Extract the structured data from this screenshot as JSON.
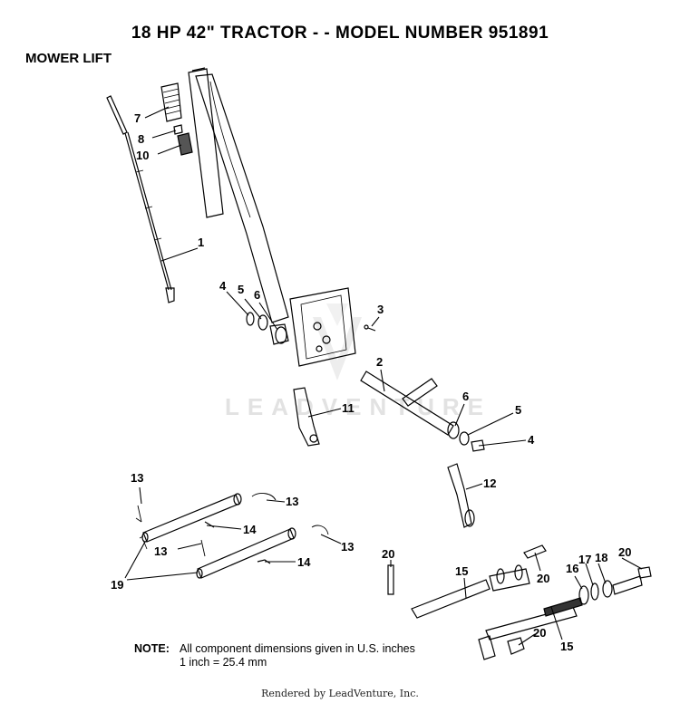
{
  "title": "18 HP 42\" TRACTOR - - MODEL NUMBER 951891",
  "section": "MOWER LIFT",
  "watermark": "LEADVENTURE",
  "labels": {
    "p1": "1",
    "p2": "2",
    "p3": "3",
    "p4a": "4",
    "p5a": "5",
    "p6a": "6",
    "p4b": "4",
    "p5b": "5",
    "p6b": "6",
    "p7": "7",
    "p8": "8",
    "p10": "10",
    "p11": "11",
    "p12": "12",
    "p13a": "13",
    "p13b": "13",
    "p13c": "13",
    "p13d": "13",
    "p14a": "14",
    "p14b": "14",
    "p15a": "15",
    "p15b": "15",
    "p16": "16",
    "p17": "17",
    "p18": "18",
    "p19": "19",
    "p20a": "20",
    "p20b": "20",
    "p20c": "20",
    "p20d": "20"
  },
  "note": {
    "label": "NOTE:",
    "line1": "All component dimensions given in U.S. inches",
    "line2": "1 inch = 25.4 mm"
  },
  "footer": "Rendered by LeadVenture, Inc."
}
